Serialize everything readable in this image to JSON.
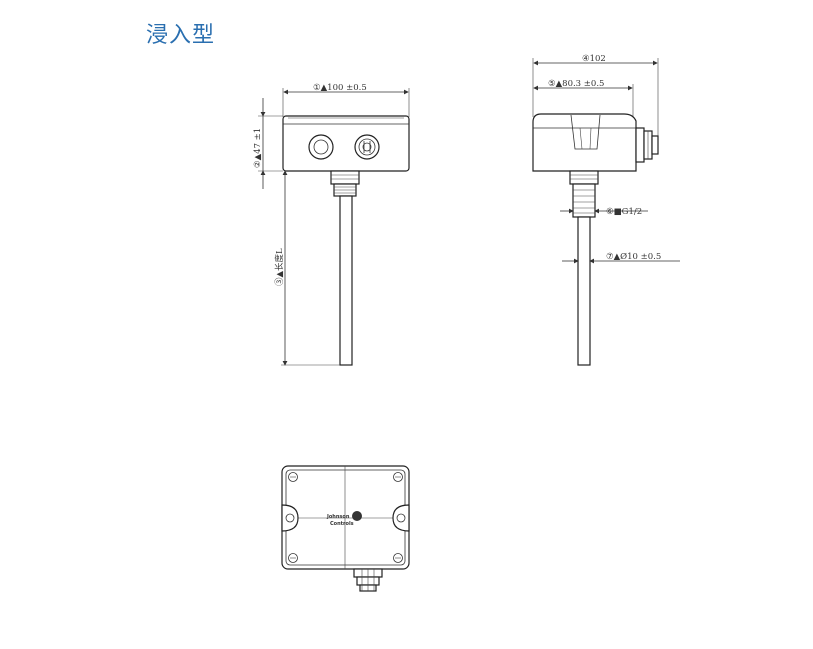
{
  "page": {
    "title": "浸入型"
  },
  "dims": {
    "d1": "①▲100  ±0.5",
    "d2": "②▲47  ±1",
    "d3": "③▲长度L",
    "d4": "④102",
    "d5": "⑤▲80.3  ±0.5",
    "d6": "⑥■G1/2",
    "d7": "⑦▲Ø10  ±0.5"
  },
  "logo": {
    "line1": "Johnson",
    "line2": "Controls"
  },
  "colors": {
    "title": "#2a6fb0",
    "line": "#333333"
  }
}
